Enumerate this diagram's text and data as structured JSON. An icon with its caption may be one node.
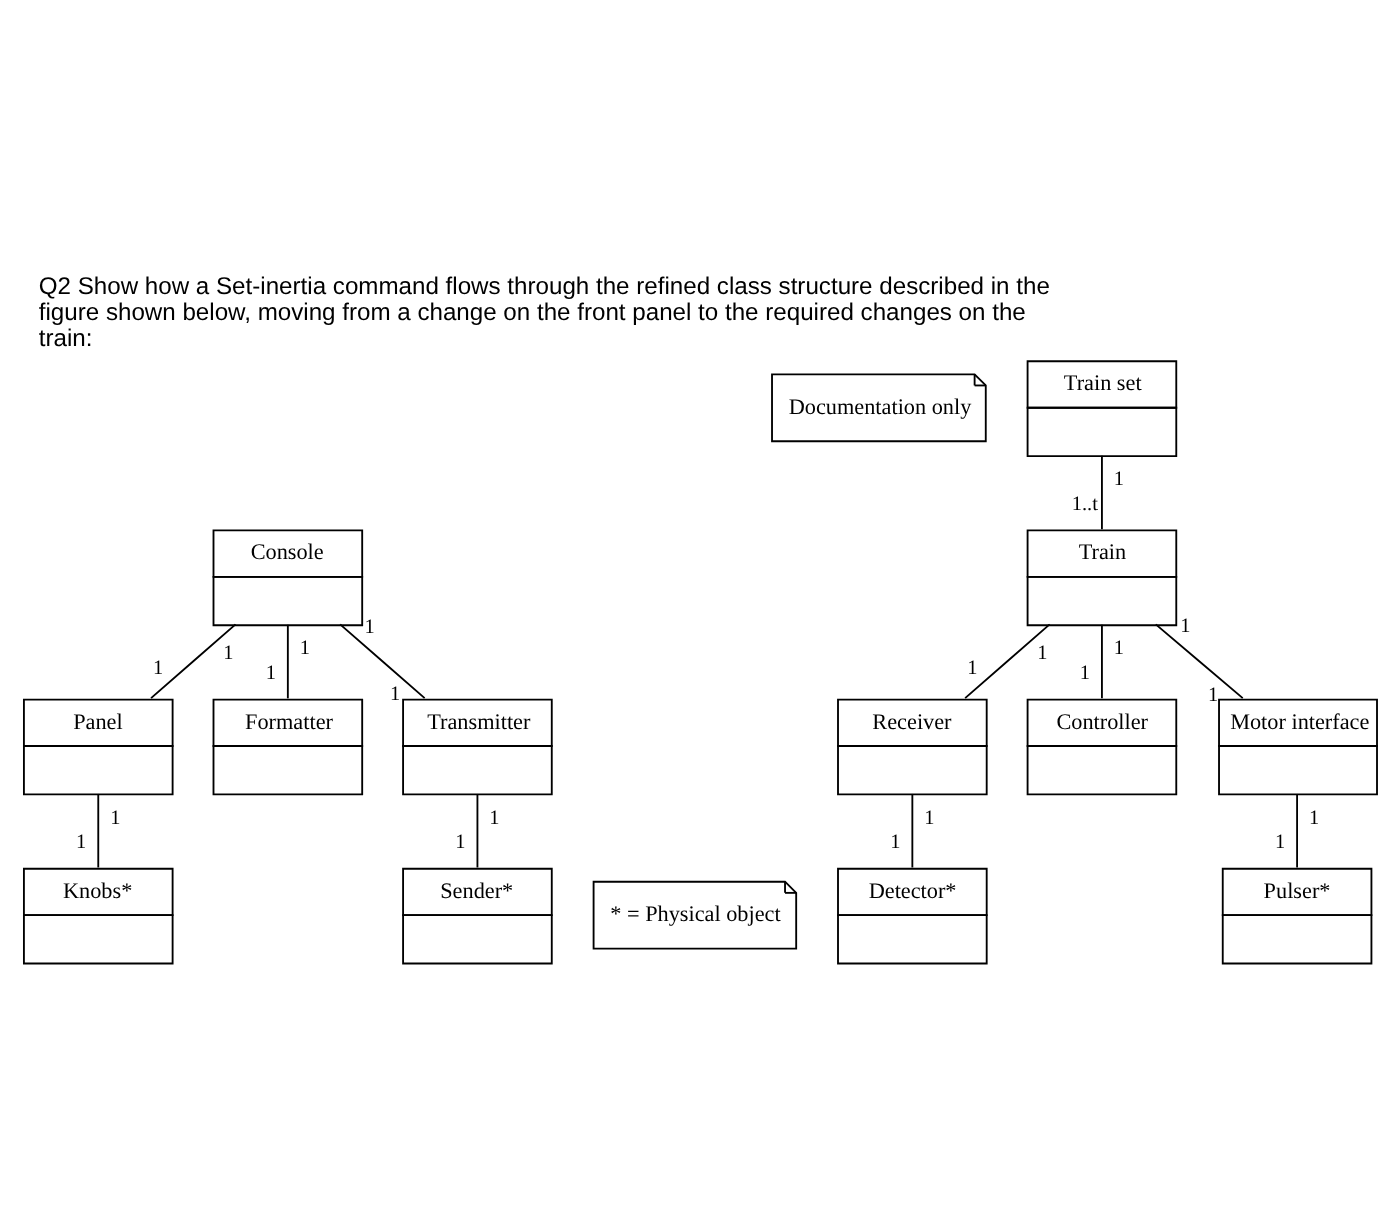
{
  "diagram": {
    "title": "Q2 Show how a Set-inertia command flows through the refined class structure described in the figure shown below, moving from a change on the front panel to the required changes on the train:",
    "nodes": [
      {
        "text": [
          "Documentation only"
        ]
      },
      {
        "text": [
          "Train set"
        ]
      },
      {
        "text": [
          "Console"
        ]
      },
      {
        "text": [
          "Train"
        ]
      },
      {
        "text": [
          "Panel"
        ]
      },
      {
        "text": [
          "Formatter"
        ]
      },
      {
        "text": [
          "Transmitter"
        ]
      },
      {
        "text": [
          "Receiver"
        ]
      },
      {
        "text": [
          "Controller"
        ]
      },
      {
        "text": [
          "Motor interface"
        ]
      },
      {
        "text": [
          "Knobs*"
        ]
      },
      {
        "text": [
          "Sender*"
        ]
      },
      {
        "text": [
          "Detector*"
        ]
      },
      {
        "text": [
          "Pulser*"
        ]
      },
      {
        "text": [
          "* = Physical object"
        ]
      }
    ],
    "edges": [
      {
        "from": 2,
        "to": 4,
        "arrow": "none"
      },
      {
        "from": 2,
        "to": 5,
        "arrow": "none"
      },
      {
        "from": 2,
        "to": 6,
        "arrow": "none"
      },
      {
        "from": 1,
        "to": 3,
        "arrow": "none"
      },
      {
        "from": 3,
        "to": 7,
        "arrow": "none"
      },
      {
        "from": 3,
        "to": 8,
        "arrow": "none"
      },
      {
        "from": 3,
        "to": 9,
        "arrow": "none"
      },
      {
        "from": 4,
        "to": 10,
        "arrow": "none"
      },
      {
        "from": 6,
        "to": 11,
        "arrow": "none"
      },
      {
        "from": 7,
        "to": 12,
        "arrow": "none"
      },
      {
        "from": 9,
        "to": 13,
        "arrow": "none"
      }
    ],
    "labels": [
      "1",
      "1",
      "1",
      "1",
      "1",
      "1",
      "1",
      "1..t",
      "1",
      "1",
      "1",
      "1",
      "1",
      "1",
      "1",
      "1",
      "1",
      "1",
      "1",
      "1",
      "1",
      "1"
    ]
  }
}
